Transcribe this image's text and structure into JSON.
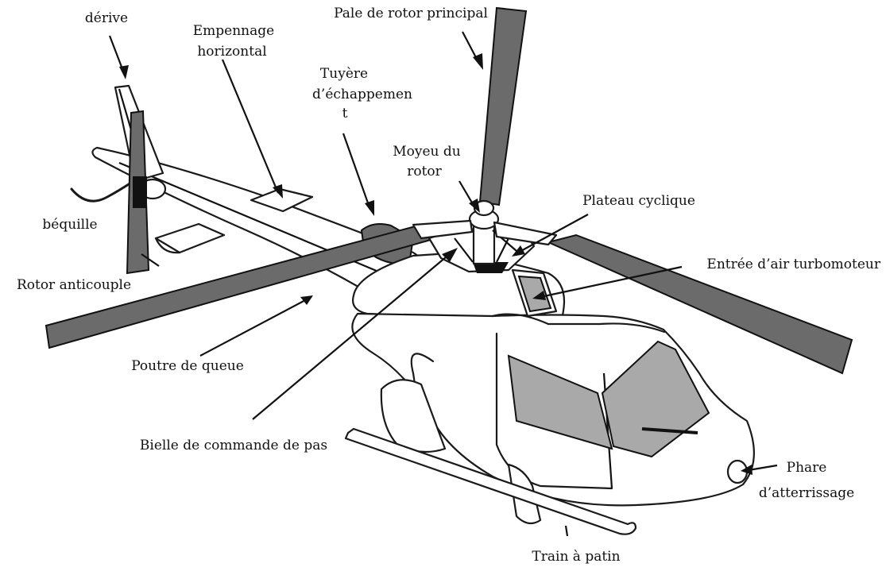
{
  "colors": {
    "blade": "#6b6b6b",
    "window": "#a9a9a9",
    "outline": "#1a1a1a",
    "background": "#ffffff"
  },
  "labels": {
    "derive": "dérive",
    "empennage_line1": "Empennage",
    "empennage_line2": "horizontal",
    "tuyere_line1": "Tuyère",
    "tuyere_line2": "d’échappemen",
    "tuyere_line3": "t",
    "pale": "Pale de rotor principal",
    "moyeu_line1": "Moyeu du",
    "moyeu_line2": "rotor",
    "plateau": "Plateau cyclique",
    "entree": "Entrée d’air turbomoteur",
    "bequille": "béquille",
    "rotor_anticouple": "Rotor anticouple",
    "poutre": "Poutre de queue",
    "bielle": "Bielle de commande de pas",
    "phare_line1": "Phare",
    "phare_line2": "d’atterrissage",
    "train": "Train à patin"
  }
}
